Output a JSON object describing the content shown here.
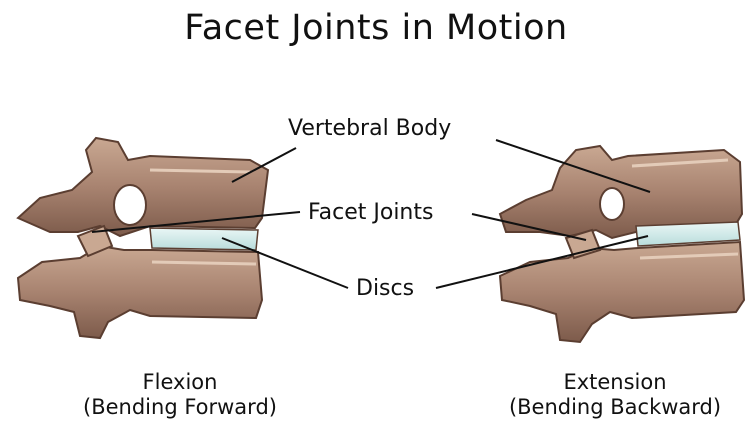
{
  "title": "Facet Joints in Motion",
  "labels": {
    "vertebral_body": "Vertebral Body",
    "facet_joints": "Facet Joints",
    "discs": "Discs"
  },
  "captions": {
    "flexion": {
      "line1": "Flexion",
      "line2": "(Bending Forward)"
    },
    "extension": {
      "line1": "Extension",
      "line2": "(Bending Backward)"
    }
  },
  "colors": {
    "bone": "#b08d7a",
    "bone_shadow": "#6b4a3a",
    "disc": "#d3eceb",
    "line": "#111111"
  }
}
